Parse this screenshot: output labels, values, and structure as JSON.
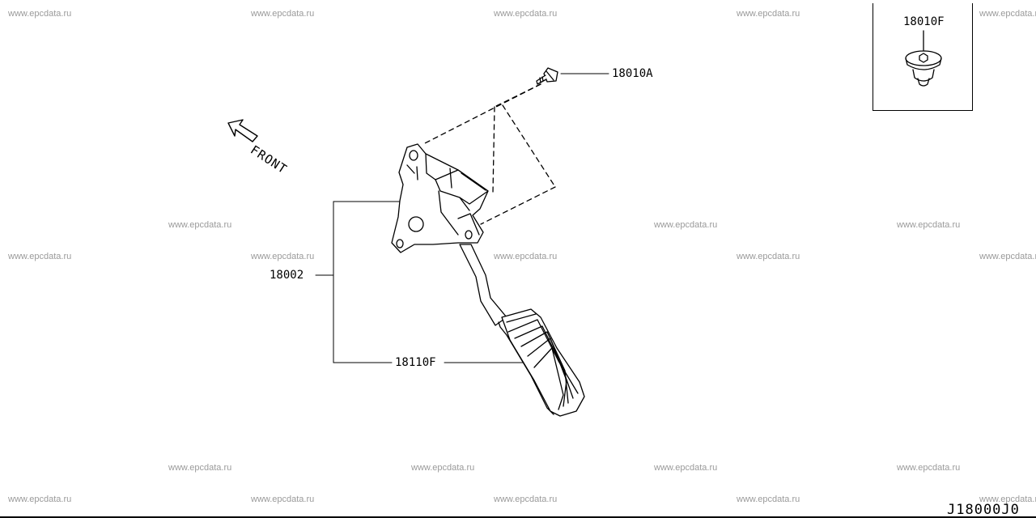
{
  "watermark": "www.epcdata.ru",
  "labels": {
    "bolt": "18010A",
    "assembly": "18002",
    "pedal_pad": "18110F",
    "inset_clip": "18010F",
    "front": "FRONT",
    "drawing_code": "J18000J0"
  },
  "colors": {
    "line": "#000000",
    "watermark": "#9a9a9a",
    "background": "#ffffff"
  },
  "icons": {
    "front_arrow": "front-arrow-icon"
  }
}
